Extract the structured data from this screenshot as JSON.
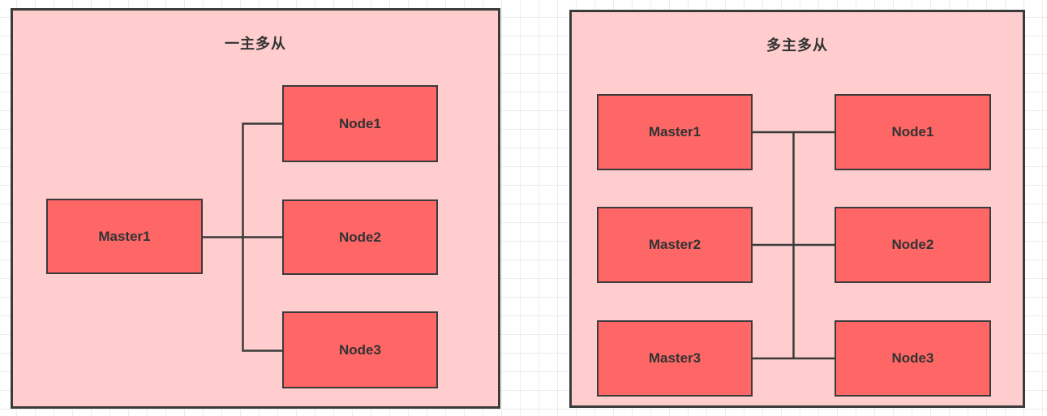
{
  "colors": {
    "panel_fill": "#ffcdcd",
    "box_fill": "#ff6666",
    "stroke": "#3b3b3b",
    "text": "#333333",
    "grid_line": "#ececec",
    "canvas_bg": "#ffffff"
  },
  "panels": [
    {
      "title": "一主多从",
      "masters": [
        {
          "label": "Master1"
        }
      ],
      "nodes": [
        {
          "label": "Node1"
        },
        {
          "label": "Node2"
        },
        {
          "label": "Node3"
        }
      ]
    },
    {
      "title": "多主多从",
      "masters": [
        {
          "label": "Master1"
        },
        {
          "label": "Master2"
        },
        {
          "label": "Master3"
        }
      ],
      "nodes": [
        {
          "label": "Node1"
        },
        {
          "label": "Node2"
        },
        {
          "label": "Node3"
        }
      ]
    }
  ]
}
